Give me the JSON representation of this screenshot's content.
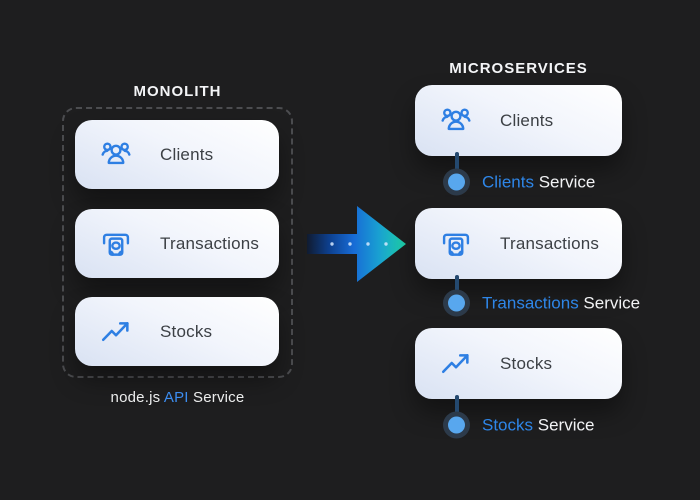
{
  "colors": {
    "background": "#1e1e1f",
    "icon_blue": "#2e7fe3",
    "accent_blue": "#2e86e8",
    "arrow_teal": "#1ed3a8",
    "card_text": "#3c4045"
  },
  "monolith": {
    "title": "MONOLITH",
    "modules": [
      {
        "label": "Clients",
        "icon": "users-icon"
      },
      {
        "label": "Transactions",
        "icon": "atm-icon"
      },
      {
        "label": "Stocks",
        "icon": "trending-up-icon"
      }
    ],
    "caption": {
      "prefix": "node.js ",
      "highlight": "API",
      "suffix": " Service"
    }
  },
  "transition_arrow": {
    "direction": "right",
    "dot_count": 4
  },
  "microservices": {
    "title": "MICROSERVICES",
    "services": [
      {
        "label": "Clients",
        "icon": "users-icon",
        "service_name": "Clients",
        "service_suffix": " Service"
      },
      {
        "label": "Transactions",
        "icon": "atm-icon",
        "service_name": "Transactions",
        "service_suffix": " Service"
      },
      {
        "label": "Stocks",
        "icon": "trending-up-icon",
        "service_name": "Stocks",
        "service_suffix": " Service"
      }
    ]
  }
}
